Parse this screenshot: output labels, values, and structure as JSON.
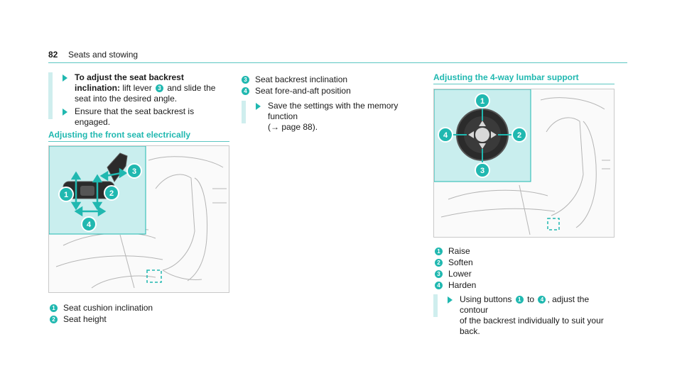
{
  "header": {
    "page_number": "82",
    "title": "Seats and stowing"
  },
  "col1": {
    "step1": {
      "bold": "To adjust the seat backrest inclination:",
      "before_badge": "lift lever",
      "badge": "3",
      "after_badge": "and slide the seat into the desired angle."
    },
    "step2": {
      "text": "Ensure that the seat backrest is engaged."
    },
    "section_title": "Adjusting the front seat electrically",
    "figure": {
      "badges": [
        "1",
        "2",
        "3",
        "4"
      ]
    },
    "legend": [
      {
        "num": "1",
        "label": "Seat cushion inclination"
      },
      {
        "num": "2",
        "label": "Seat height"
      }
    ]
  },
  "col2": {
    "legend": [
      {
        "num": "3",
        "label": "Seat backrest inclination"
      },
      {
        "num": "4",
        "label": "Seat fore-and-aft position"
      }
    ],
    "step": {
      "line1": "Save the settings with the memory function",
      "line2": "(→ page 88)."
    }
  },
  "col3": {
    "section_title": "Adjusting the 4-way lumbar support",
    "figure": {
      "badges": [
        "1",
        "2",
        "3",
        "4"
      ]
    },
    "legend": [
      {
        "num": "1",
        "label": "Raise"
      },
      {
        "num": "2",
        "label": "Soften"
      },
      {
        "num": "3",
        "label": "Lower"
      },
      {
        "num": "4",
        "label": "Harden"
      }
    ],
    "step": {
      "before1": "Using buttons",
      "badge1": "1",
      "between": "to",
      "badge2": "4",
      "after": ", adjust the contour",
      "line2": "of the backrest individually to suit your back."
    }
  },
  "colors": {
    "accent": "#20b8b0",
    "panel": "#c9eeee"
  }
}
